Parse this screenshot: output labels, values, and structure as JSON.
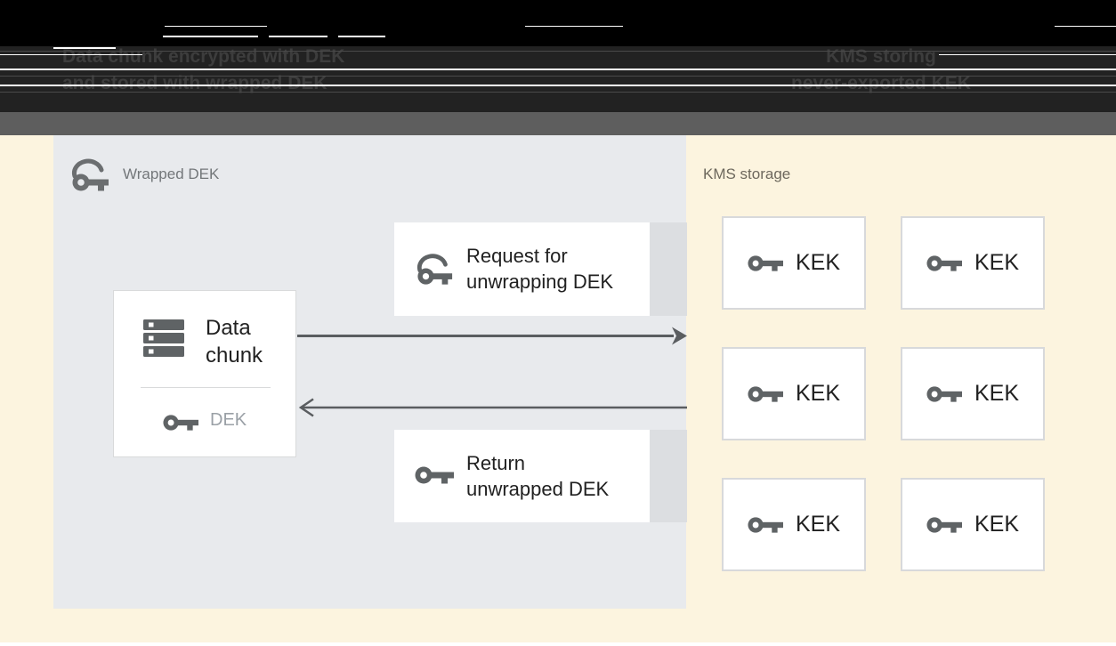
{
  "header": {
    "caption_left_line1": "Data chunk encrypted with DEK",
    "caption_left_line2": "and stored with wrapped DEK",
    "caption_right_line1": "KMS storing",
    "caption_right_line2": "never-exported KEK"
  },
  "diagram": {
    "wrapped_dek_label": "Wrapped DEK",
    "data_chunk": {
      "line1": "Data",
      "line2": "chunk",
      "dek_label": "DEK"
    },
    "request_box": {
      "line1": "Request for",
      "line2": "unwrapping DEK"
    },
    "return_box": {
      "line1": "Return",
      "line2": "unwrapped DEK"
    },
    "kms_label": "KMS storage",
    "kek_boxes": [
      "KEK",
      "KEK",
      "KEK",
      "KEK",
      "KEK",
      "KEK"
    ]
  },
  "icons": {
    "wrapped_key": "key with wrapping arc",
    "key": "horizontal key",
    "data_chunk": "stacked storage bars"
  },
  "colors": {
    "cream": "#fcf4df",
    "panel": "#e8eaed",
    "strip": "#dcdee1",
    "bar": "#5e5e5e",
    "header-lower": "#222222",
    "header-text": "#3d3d3d",
    "icon": "#5f6365",
    "arrow": "#5a5d60"
  }
}
